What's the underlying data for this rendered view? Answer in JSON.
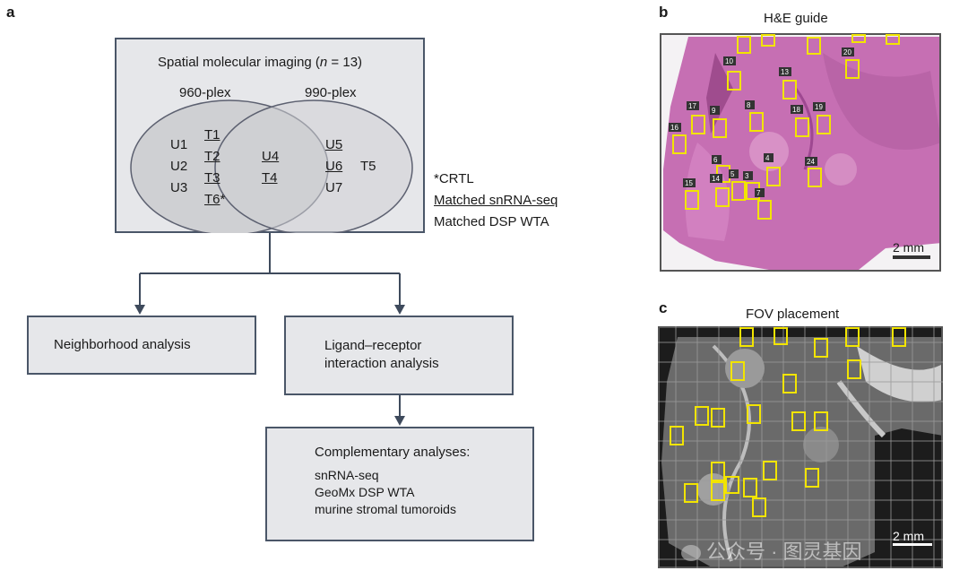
{
  "panel_a": {
    "letter": "a",
    "top_box": {
      "title_prefix": "Spatial molecular imaging (",
      "title_n": "n",
      "title_suffix": " = 13)",
      "left_set_label": "960-plex",
      "right_set_label": "990-plex",
      "left_only_plain": [
        "U1",
        "U2",
        "U3"
      ],
      "left_only_underlined": [
        "T1",
        "T2",
        "T3",
        "T6"
      ],
      "t6_mark": "*",
      "intersection": [
        "U4",
        "T4"
      ],
      "right_only_underlined": [
        "U5",
        "U6"
      ],
      "right_only_plain_top": "T5",
      "right_only_plain_bottom": "U7"
    },
    "legend": {
      "crtl": "*CRTL",
      "snrna": "Matched snRNA-seq",
      "dsp": "Matched DSP WTA"
    },
    "neighborhood": "Neighborhood analysis",
    "ligand_line1": "Ligand–receptor",
    "ligand_line2": "interaction analysis",
    "complementary_title": "Complementary analyses:",
    "complementary_items": [
      "snRNA-seq",
      "GeoMx DSP WTA",
      "murine stromal tumoroids"
    ],
    "colors": {
      "box_fill": "#e6e7ea",
      "box_border": "#4a5668",
      "arrow": "#3e4a5c",
      "venn_fill": "#cfd0d3"
    }
  },
  "panel_b": {
    "letter": "b",
    "title": "H&E guide",
    "scale_label": "2 mm",
    "fov_numbers": [
      "10",
      "13",
      "20",
      "17",
      "9",
      "8",
      "18",
      "19",
      "16",
      "6",
      "4",
      "24",
      "5",
      "3",
      "14",
      "15",
      "7"
    ],
    "colors": {
      "tissue": "#c66fb3",
      "fov": "#f2e400"
    }
  },
  "panel_c": {
    "letter": "c",
    "title": "FOV placement",
    "scale_label": "2 mm",
    "watermark": "公众号 · 图灵基因",
    "colors": {
      "background": "#1c1c1c",
      "grid": "#9a9a9a",
      "fov": "#f2e400"
    }
  }
}
